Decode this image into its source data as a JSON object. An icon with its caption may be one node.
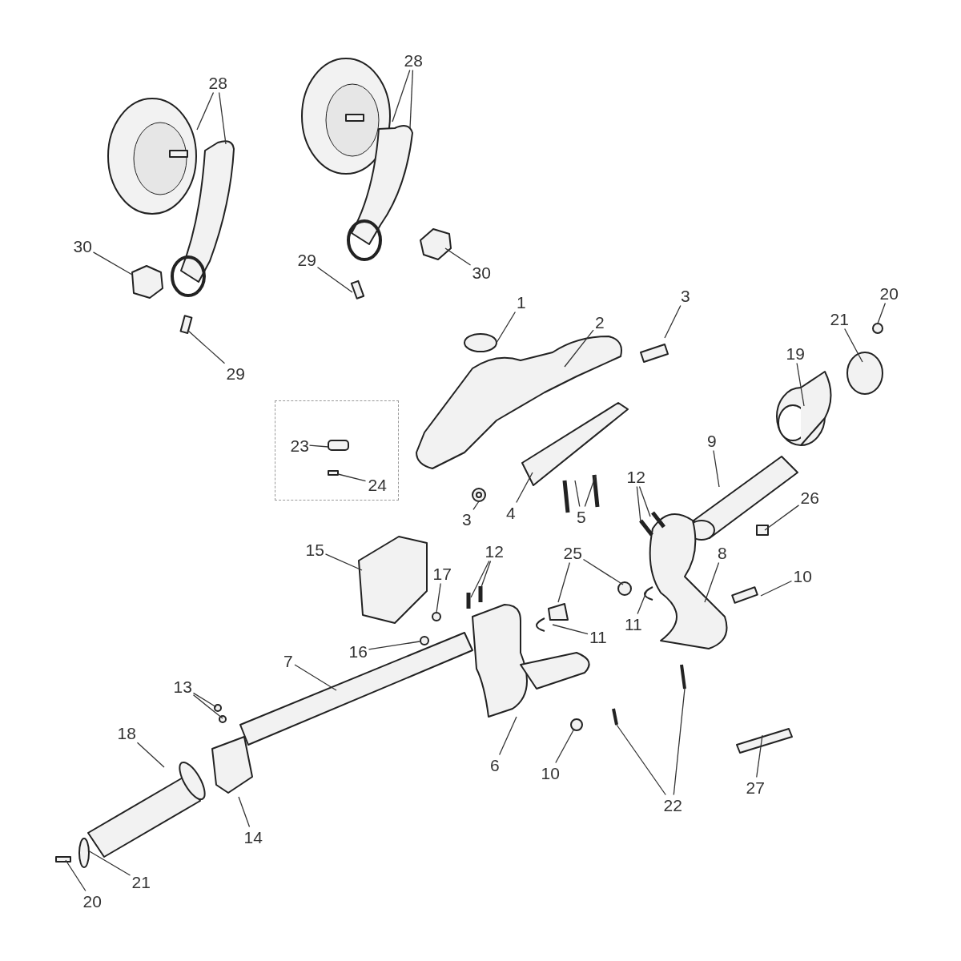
{
  "diagram": {
    "nodes": [
      {
        "text": [
          "28"
        ]
      },
      {
        "text": [
          "28"
        ]
      },
      {
        "text": [
          "30"
        ]
      },
      {
        "text": [
          "29"
        ]
      },
      {
        "text": [
          "30"
        ]
      },
      {
        "text": [
          "20"
        ]
      },
      {
        "text": [
          "3"
        ]
      },
      {
        "text": [
          "1"
        ]
      },
      {
        "text": [
          "21"
        ]
      },
      {
        "text": [
          "2"
        ]
      },
      {
        "text": [
          "19"
        ]
      },
      {
        "text": [
          "29"
        ]
      },
      {
        "text": [],
        "shape": "box"
      },
      {
        "text": [
          "23"
        ],
        "in": 12
      },
      {
        "text": [
          "9"
        ]
      },
      {
        "text": [
          "24"
        ],
        "in": 12
      },
      {
        "text": [
          "12"
        ]
      },
      {
        "text": [
          "26"
        ]
      },
      {
        "text": [
          "4"
        ]
      },
      {
        "text": [
          "5"
        ]
      },
      {
        "text": [
          "3"
        ]
      },
      {
        "text": [
          "15"
        ]
      },
      {
        "text": [
          "12"
        ]
      },
      {
        "text": [
          "25"
        ]
      },
      {
        "text": [
          "8"
        ]
      },
      {
        "text": [
          "17"
        ]
      },
      {
        "text": [
          "10"
        ]
      },
      {
        "text": [
          "11"
        ]
      },
      {
        "text": [
          "11"
        ]
      },
      {
        "text": [
          "16"
        ]
      },
      {
        "text": [
          "7"
        ]
      },
      {
        "text": [
          "13"
        ]
      },
      {
        "text": [
          "18"
        ]
      },
      {
        "text": [
          "6"
        ]
      },
      {
        "text": [
          "10"
        ]
      },
      {
        "text": [
          "27"
        ]
      },
      {
        "text": [
          "22"
        ]
      },
      {
        "text": [
          "14"
        ]
      },
      {
        "text": [
          "21"
        ]
      },
      {
        "text": [
          "20"
        ]
      }
    ],
    "edges": [
      {
        "from": 0,
        "to": null,
        "arrow": "none"
      },
      {
        "from": 0,
        "to": null,
        "arrow": "none"
      },
      {
        "from": 1,
        "to": null,
        "arrow": "none"
      },
      {
        "from": 1,
        "to": null,
        "arrow": "none"
      },
      {
        "from": 2,
        "to": null,
        "arrow": "none"
      },
      {
        "from": 3,
        "to": null,
        "arrow": "none"
      },
      {
        "from": 4,
        "to": null,
        "arrow": "none"
      },
      {
        "from": 5,
        "to": null,
        "arrow": "none"
      },
      {
        "from": 6,
        "to": null,
        "arrow": "none"
      },
      {
        "from": 7,
        "to": null,
        "arrow": "none"
      },
      {
        "from": 8,
        "to": null,
        "arrow": "none"
      },
      {
        "from": 9,
        "to": null,
        "arrow": "none"
      },
      {
        "from": 10,
        "to": null,
        "arrow": "none"
      },
      {
        "from": 11,
        "to": null,
        "arrow": "none"
      },
      {
        "from": 13,
        "to": null,
        "arrow": "none"
      },
      {
        "from": 14,
        "to": null,
        "arrow": "none"
      },
      {
        "from": 15,
        "to": null,
        "arrow": "none"
      },
      {
        "from": 16,
        "to": null,
        "arrow": "none"
      },
      {
        "from": 16,
        "to": null,
        "arrow": "none"
      },
      {
        "from": 17,
        "to": null,
        "arrow": "none"
      },
      {
        "from": 18,
        "to": null,
        "arrow": "none"
      },
      {
        "from": 19,
        "to": null,
        "arrow": "none"
      },
      {
        "from": 19,
        "to": null,
        "arrow": "none"
      },
      {
        "from": 20,
        "to": null,
        "arrow": "none"
      },
      {
        "from": 21,
        "to": null,
        "arrow": "none"
      },
      {
        "from": 22,
        "to": null,
        "arrow": "none"
      },
      {
        "from": 22,
        "to": null,
        "arrow": "none"
      },
      {
        "from": 23,
        "to": null,
        "arrow": "none"
      },
      {
        "from": 23,
        "to": null,
        "arrow": "none"
      },
      {
        "from": 24,
        "to": null,
        "arrow": "none"
      },
      {
        "from": 25,
        "to": null,
        "arrow": "none"
      },
      {
        "from": 26,
        "to": null,
        "arrow": "none"
      },
      {
        "from": 27,
        "to": null,
        "arrow": "none"
      },
      {
        "from": 28,
        "to": null,
        "arrow": "none"
      },
      {
        "from": 29,
        "to": null,
        "arrow": "none"
      },
      {
        "from": 30,
        "to": null,
        "arrow": "none"
      },
      {
        "from": 31,
        "to": null,
        "arrow": "none"
      },
      {
        "from": 31,
        "to": null,
        "arrow": "none"
      },
      {
        "from": 32,
        "to": null,
        "arrow": "none"
      },
      {
        "from": 33,
        "to": null,
        "arrow": "none"
      },
      {
        "from": 34,
        "to": null,
        "arrow": "none"
      },
      {
        "from": 35,
        "to": null,
        "arrow": "none"
      },
      {
        "from": 36,
        "to": null,
        "arrow": "none"
      },
      {
        "from": 36,
        "to": null,
        "arrow": "none"
      },
      {
        "from": 37,
        "to": null,
        "arrow": "none"
      },
      {
        "from": 38,
        "to": null,
        "arrow": "none"
      },
      {
        "from": 39,
        "to": null,
        "arrow": "none"
      }
    ]
  }
}
